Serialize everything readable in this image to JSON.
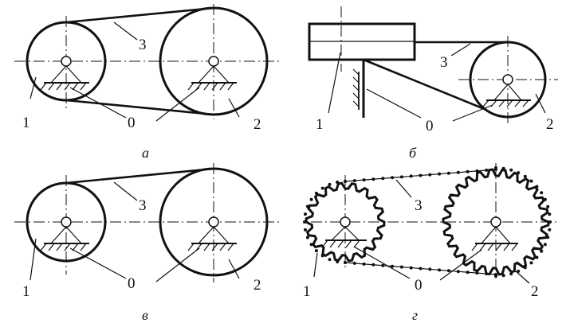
{
  "figure": {
    "panels": [
      {
        "id": "a",
        "caption": "а",
        "labels": {
          "driver": "1",
          "base": "0",
          "driven": "2",
          "belt": "3"
        }
      },
      {
        "id": "b",
        "caption": "б",
        "labels": {
          "driver": "1",
          "base": "0",
          "driven": "2",
          "belt": "3"
        }
      },
      {
        "id": "v",
        "caption": "в",
        "labels": {
          "driver": "1",
          "base": "0",
          "driven": "2",
          "belt": "3"
        }
      },
      {
        "id": "g",
        "caption": "г",
        "labels": {
          "driver": "1",
          "base": "0",
          "driven": "2",
          "chain": "3"
        }
      }
    ]
  }
}
